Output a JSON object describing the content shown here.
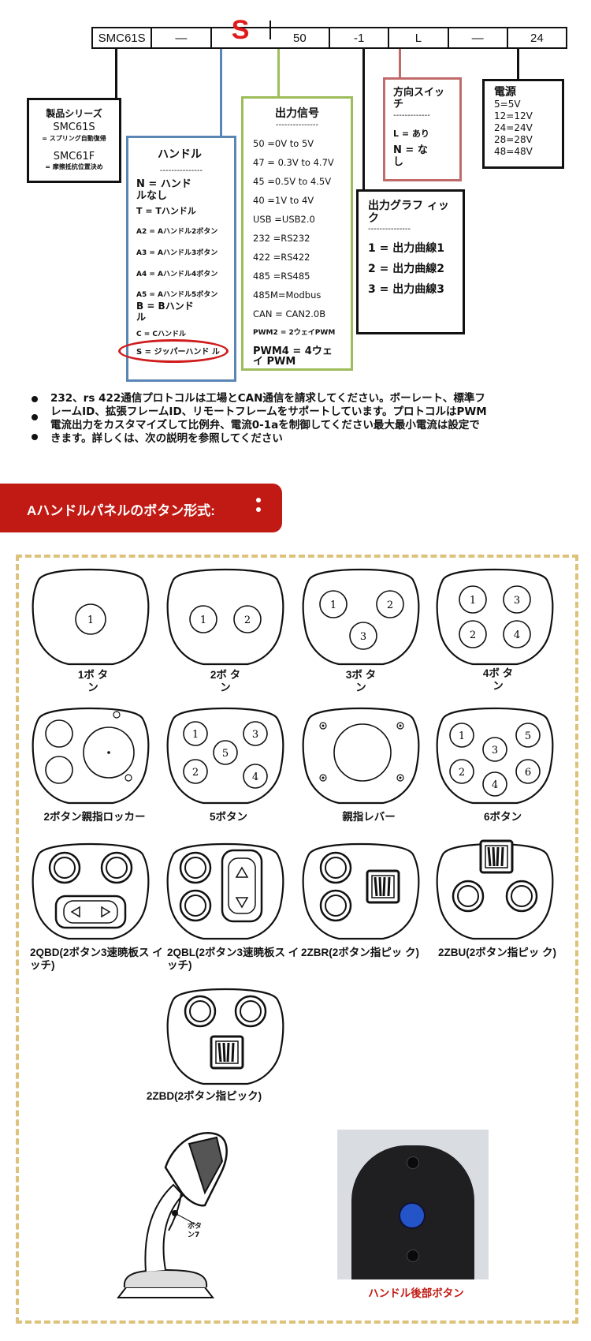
{
  "code_bar": [
    "SMC61S",
    "—",
    "S",
    "50",
    "-1",
    "L",
    "—",
    "24"
  ],
  "series_box": {
    "title": "製品シリーズ",
    "item1": "SMC61S",
    "item1_note": "= スプリング自動復帰",
    "item2": "SMC61F",
    "item2_note": "= 摩擦抵抗位置決め"
  },
  "handle_box": {
    "title": "ハンドル",
    "divider": "---------------",
    "items": [
      "N = ハンド ルなし",
      "T = Tハンドル",
      "A2 = Aハンドル2ボタン",
      "A3 = Aハンドル3ボタン",
      "A4 = Aハンドル4ボタン",
      "A5 = Aハンドル5ボタン",
      "B = Bハンド ル",
      "C = Cハンドル",
      "S = ジッパーハンド ル"
    ]
  },
  "output_box": {
    "title": "出力信号",
    "divider": "---------------",
    "items": [
      "50 =0V to 5V",
      "47 = 0.3V to 4.7V",
      "45 =0.5V to 4.5V",
      "40 =1V to 4V",
      "USB =USB2.0",
      "232 =RS232",
      "422 =RS422",
      "485 =RS485",
      "485M=Modbus",
      "CAN = CAN2.0B",
      "PWM2 = 2ウェイPWM",
      "PWM4 = 4ウェイ PWM"
    ]
  },
  "graph_box": {
    "title": "出力グラフ ィック",
    "divider": "---------------",
    "items": [
      "1 = 出力曲線1",
      "2 = 出力曲線2",
      "3 = 出力曲線3"
    ]
  },
  "direction_box": {
    "title": "方向スイッ チ",
    "divider": "-------------",
    "items": [
      "L = あり",
      "N = な し"
    ]
  },
  "power_box": {
    "title": "電源",
    "items": [
      "5=5V",
      "12=12V",
      "24=24V",
      "28=28V",
      "48=48V"
    ]
  },
  "notes": [
    "232、rs 422通信プロトコルは工場とCAN通信を請求してください。ボーレート、標準フ",
    "レームID、拡張フレームID、リモートフレームをサポートしています。プロトコルはPWM",
    "電流出力をカスタマイズして比例弁、電流0-1aを制御してください最大最小電流は設定で",
    "きます。詳しくは、次の説明を参照してください"
  ],
  "banner": {
    "text": "Aハンドルパネルのボタン形式:"
  },
  "panels": [
    "1ボ タン",
    "2ボ タン",
    "3ボ タン",
    "4ボ タン",
    "2ボタン親指ロッカー",
    "5ボタン",
    "親指レバー",
    "6ボタン",
    "2QBD(2ボタン3速暁板ス イッチ)",
    "2QBL(2ボタン3速暁板ス イッチ)",
    "2ZBR(2ボタン指ピッ ク)",
    "2ZBU(2ボタン指ピッ ク)",
    "2ZBD(2ボタン指ピック)"
  ],
  "button_numbers": [
    "1",
    "2",
    "3",
    "4",
    "5",
    "6"
  ],
  "handle_drawing_label": "ボタ ン7",
  "rear_button_caption": "ハンドル後部ボタン",
  "colors": {
    "accent_red": "#c11a14",
    "code_red": "#e01b1b",
    "blue_line": "#5a86b5",
    "green_line": "#9cbd5a",
    "pink_line": "#c06a6a",
    "dash_gold": "#dcc27a"
  }
}
